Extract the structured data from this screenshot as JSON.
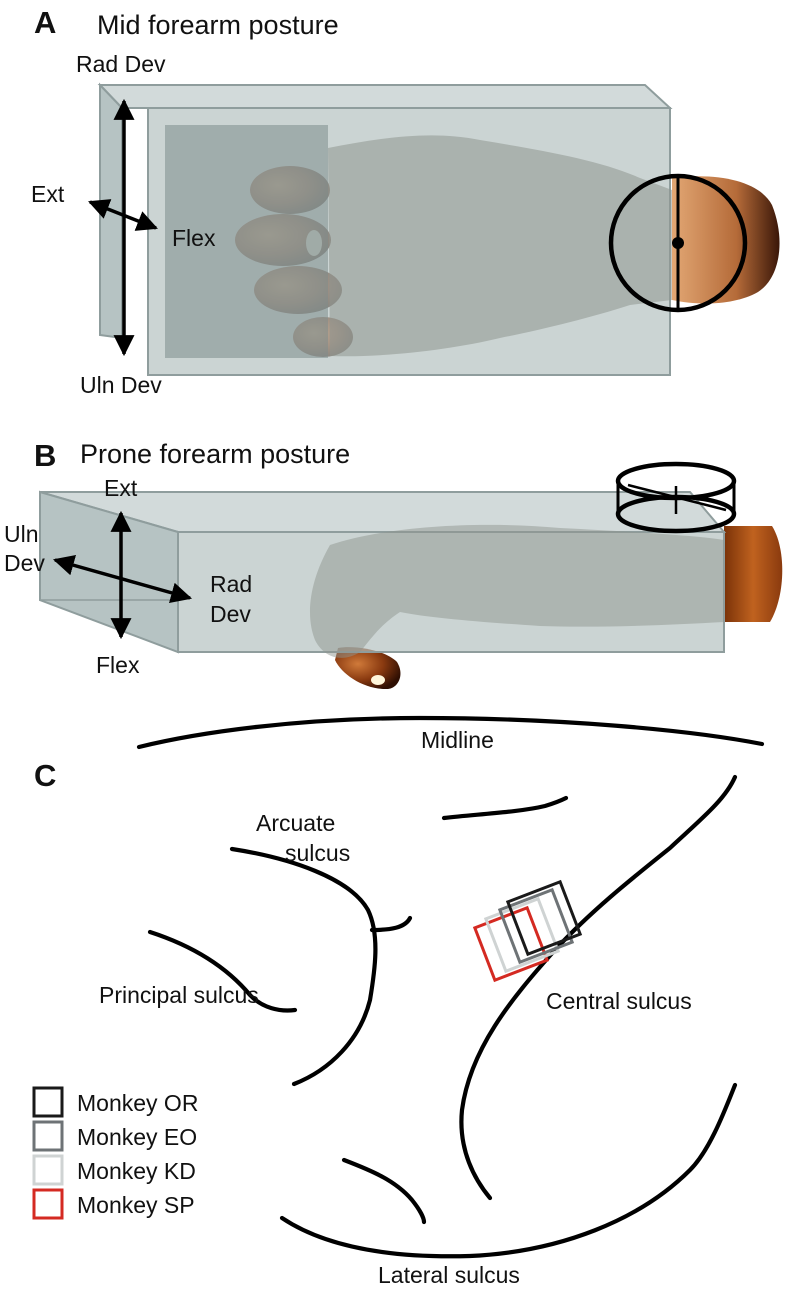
{
  "panels": {
    "a": {
      "letter": "A",
      "title": "Mid forearm posture",
      "axes": {
        "rad_dev": "Rad Dev",
        "uln_dev": "Uln Dev",
        "ext": "Ext",
        "flex": "Flex"
      }
    },
    "b": {
      "letter": "B",
      "title": "Prone forearm posture",
      "axes": {
        "ext": "Ext",
        "flex": "Flex",
        "uln_dev_line1": "Uln",
        "uln_dev_line2": "Dev",
        "rad_dev_line1": "Rad",
        "rad_dev_line2": "Dev"
      }
    },
    "c": {
      "letter": "C",
      "labels": {
        "midline": "Midline",
        "arcuate_line1": "Arcuate",
        "arcuate_line2": "sulcus",
        "principal": "Principal sulcus",
        "central": "Central sulcus",
        "lateral": "Lateral sulcus"
      },
      "legend": [
        {
          "label": "Monkey OR",
          "color": "#1a1a1a"
        },
        {
          "label": "Monkey EO",
          "color": "#6e7376"
        },
        {
          "label": "Monkey KD",
          "color": "#cfd3d3"
        },
        {
          "label": "Monkey SP",
          "color": "#d42a22"
        }
      ]
    }
  },
  "colors": {
    "box_fill": "#a9b8b8",
    "box_stroke": "#8f9d9d",
    "skin": "#c08a66",
    "skin_dark": "#5c2106",
    "hand_grey": "#8f958f"
  }
}
